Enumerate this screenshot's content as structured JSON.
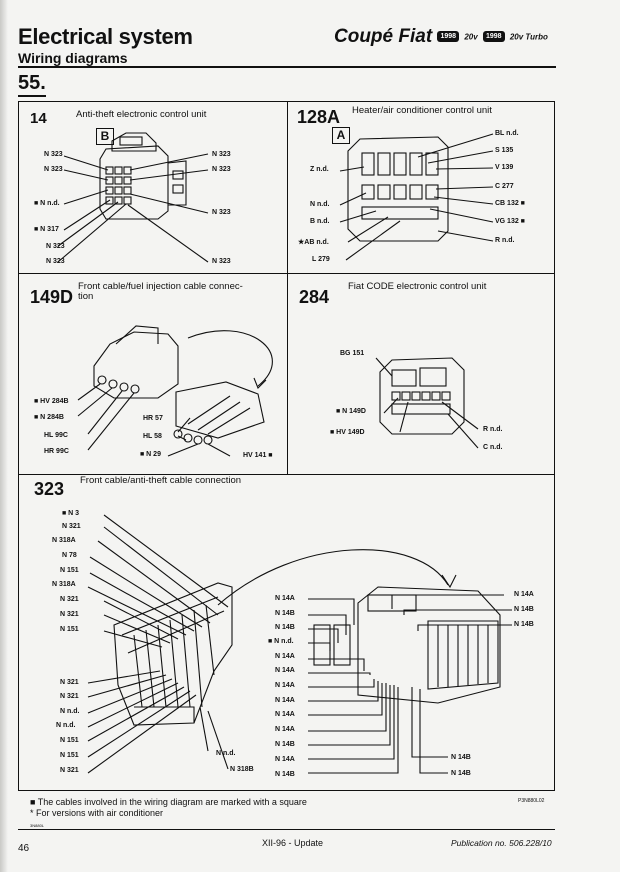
{
  "header": {
    "title": "Electrical system",
    "subtitle": "Wiring diagrams",
    "brand": "Coupé Fiat",
    "badge1": "1998",
    "ver1": "20v",
    "badge2": "1998",
    "ver2": "20v Turbo",
    "page_number": "55."
  },
  "sections": [
    {
      "code": "14",
      "title": "Anti-theft electronic control unit",
      "view": "B",
      "labels_left": [
        "N 323",
        "N 323",
        "■ N n.d.",
        "■ N 317",
        "N 323",
        "N 323"
      ],
      "labels_right": [
        "N 323",
        "N 323",
        "N 323",
        "N 323"
      ]
    },
    {
      "code": "128A",
      "title": "Heater/air conditioner control unit",
      "view": "A",
      "labels_left": [
        "Z n.d.",
        "N n.d.",
        "B n.d.",
        "★AB n.d.",
        "L 279"
      ],
      "labels_right": [
        "BL n.d.",
        "S 135",
        "V 139",
        "C 277",
        "CB 132 ■",
        "VG 132 ■",
        "R n.d."
      ]
    },
    {
      "code": "149D",
      "title": "Front cable/fuel injection cable connec-",
      "title2": "tion",
      "labels_left": [
        "■ HV 284B",
        "■ N 284B",
        "HL 99C",
        "HR 99C"
      ],
      "labels_mid": [
        "HR 57",
        "HL 58",
        "■ N 29",
        "HV 141 ■"
      ]
    },
    {
      "code": "284",
      "title": "Fiat CODE electronic control unit",
      "labels_left": [
        "BG 151",
        "■ N 149D",
        "■ HV 149D"
      ],
      "labels_right": [
        "R n.d.",
        "C n.d."
      ]
    },
    {
      "code": "323",
      "title": "Front cable/anti-theft cable connection",
      "labels_left_top": [
        "■ N 3",
        "N 321",
        "N 318A",
        "N 78",
        "N 151",
        "N 318A",
        "N 321",
        "N 321",
        "N 151"
      ],
      "labels_left_bottom": [
        "N 321",
        "N 321",
        "N n.d.",
        "N n.d.",
        "N 151",
        "N 151",
        "N 321"
      ],
      "labels_plug_bottom": [
        "N n.d.",
        "N 318B"
      ],
      "labels_center": [
        "N 14A",
        "N 14B",
        "N 14B",
        "■ N n.d.",
        "N 14A",
        "N 14A",
        "N 14A",
        "N 14A",
        "N 14A",
        "N 14A",
        "N 14B",
        "N 14A",
        "N 14B"
      ],
      "labels_right_top": [
        "N 14A",
        "N 14B",
        "N 14B"
      ],
      "labels_right_bottom": [
        "N 14B",
        "N 14B"
      ]
    }
  ],
  "footer": {
    "note1": "■  The cables involved in the wiring diagram are marked with a square",
    "note2": "*  For versions with air conditioner",
    "ref": "P3N880L02",
    "small": "3N880L",
    "page": "46",
    "update": "XII-96 - Update",
    "publication": "Publication no. 506.228/10"
  }
}
